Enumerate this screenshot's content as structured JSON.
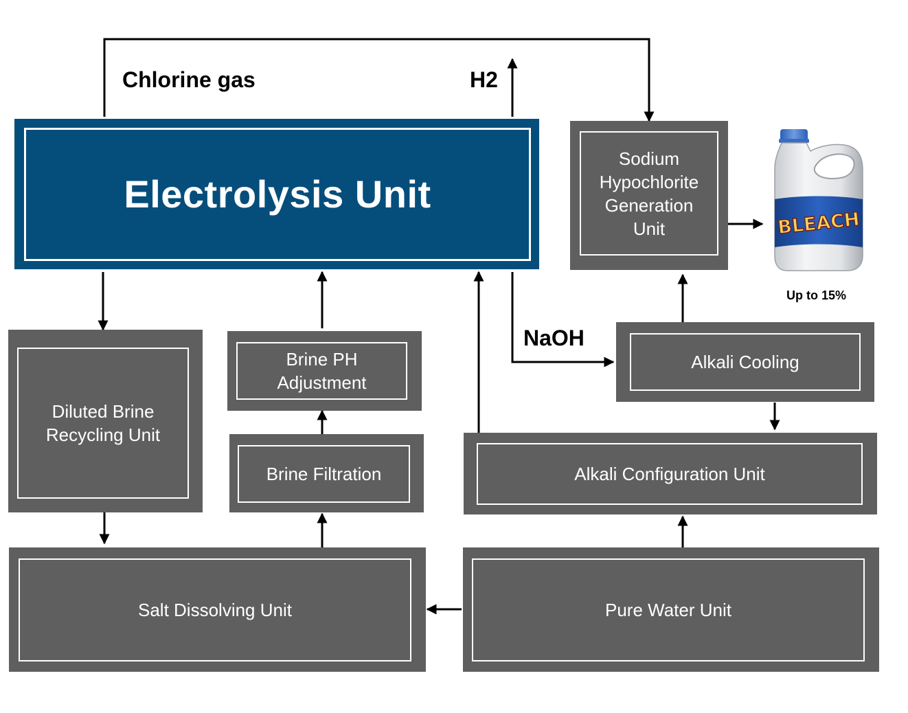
{
  "labels": {
    "chlorine": "Chlorine gas",
    "h2": "H2",
    "naoh": "NaOH",
    "concentration": "Up to 15%"
  },
  "units": {
    "electrolysis": "Electrolysis Unit",
    "sodium_hypochlorite": "Sodium\nHypochlorite\nGeneration\nUnit",
    "diluted_brine": "Diluted Brine\nRecycling Unit",
    "brine_ph": "Brine PH\nAdjustment",
    "brine_filtration": "Brine Filtration",
    "alkali_cooling": "Alkali Cooling",
    "alkali_config": "Alkali Configuration Unit",
    "salt_dissolving": "Salt Dissolving Unit",
    "pure_water": "Pure Water Unit"
  },
  "product": {
    "bottle_label": "BLEACH"
  },
  "colors": {
    "unit_fill": "#5f5f5f",
    "main_unit_fill": "#054e7c",
    "bottle_label": "#1c4fa3"
  }
}
